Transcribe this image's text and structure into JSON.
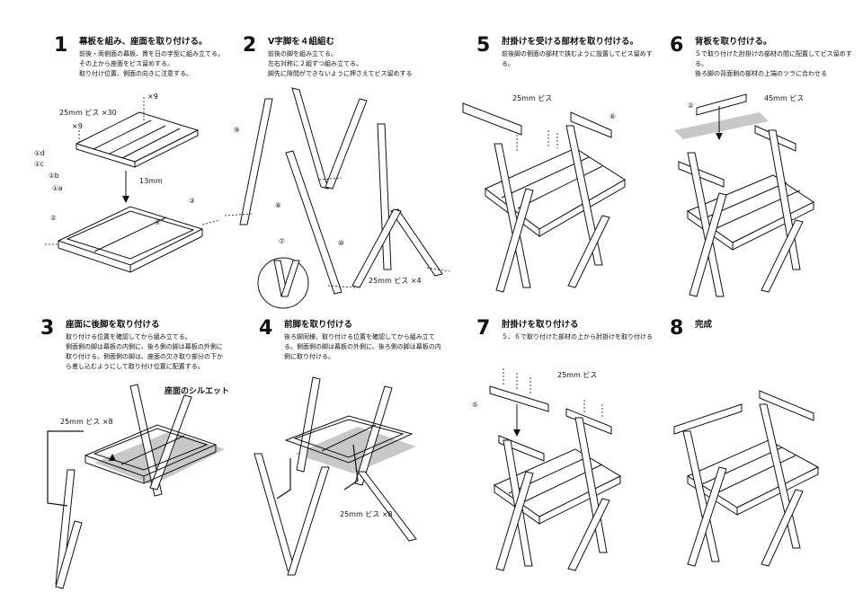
{
  "steps": [
    {
      "number": "1",
      "title": "幕板を組み、座面を取り付ける。",
      "desc": "前後・両側面の幕板、貫を日の字型に組み立てる。\nその上から座面をビス留めする。\n取り付け位置、側面の向きに注意する。",
      "screw": "25mm ビス ×30",
      "labels": [
        "×9",
        "×9",
        "13mm",
        "①d",
        "①c",
        "①b",
        "①a",
        "②",
        "③",
        "④"
      ]
    },
    {
      "number": "2",
      "title": "V字脚を４組組む",
      "desc": "前後の脚を組み立てる。\n左右対称に２組ずつ組み立てる。\n脚先に隙間ができないように押さえてビス留めする",
      "screw": "25mm ビス ×4",
      "labels": [
        "⑨",
        "⑧",
        "⑦",
        "⑩"
      ]
    },
    {
      "number": "3",
      "title": "座面に後脚を取り付ける",
      "desc": "取り付ける位置を確認してから組み立てる。\n側面側の脚は幕板の内側に、後ろ側の脚は幕板の外側に取り付ける。側面側の脚は、座面の欠き取り部分の下から差し込むようにして取り付け位置に配置する。",
      "screw": "25mm ビス ×8",
      "labels": [
        "座面のシルエット"
      ]
    },
    {
      "number": "4",
      "title": "前脚を取り付ける",
      "desc": "後ろ脚同様、取り付ける位置を確認してから組み立てる。側面側の脚は幕板の外側に、後ろ側の脚は幕板の内側に取り付ける。",
      "screw": "25mm ビス ×8",
      "labels": []
    },
    {
      "number": "5",
      "title": "肘掛けを受ける部材を取り付ける。",
      "desc": "前後脚の側面の部材で挟むように設置してビス留めする。",
      "screw": "25mm ビス",
      "labels": [
        "⑥"
      ]
    },
    {
      "number": "6",
      "title": "背板を取り付ける。",
      "desc": "５で取り付けた肘掛けの部材の間に配置してビス留めする。\n後ろ脚の背面側の部材の上端のツラに合わせる",
      "screw": "45mm ビス",
      "labels": [
        "②"
      ]
    },
    {
      "number": "7",
      "title": "肘掛けを取り付ける",
      "desc": "５、６で取り付けた部材の上から肘掛けを取り付ける",
      "screw": "25mm ビス",
      "labels": [
        "⑤"
      ]
    },
    {
      "number": "8",
      "title": "完成",
      "desc": "",
      "screw": "",
      "labels": []
    }
  ]
}
